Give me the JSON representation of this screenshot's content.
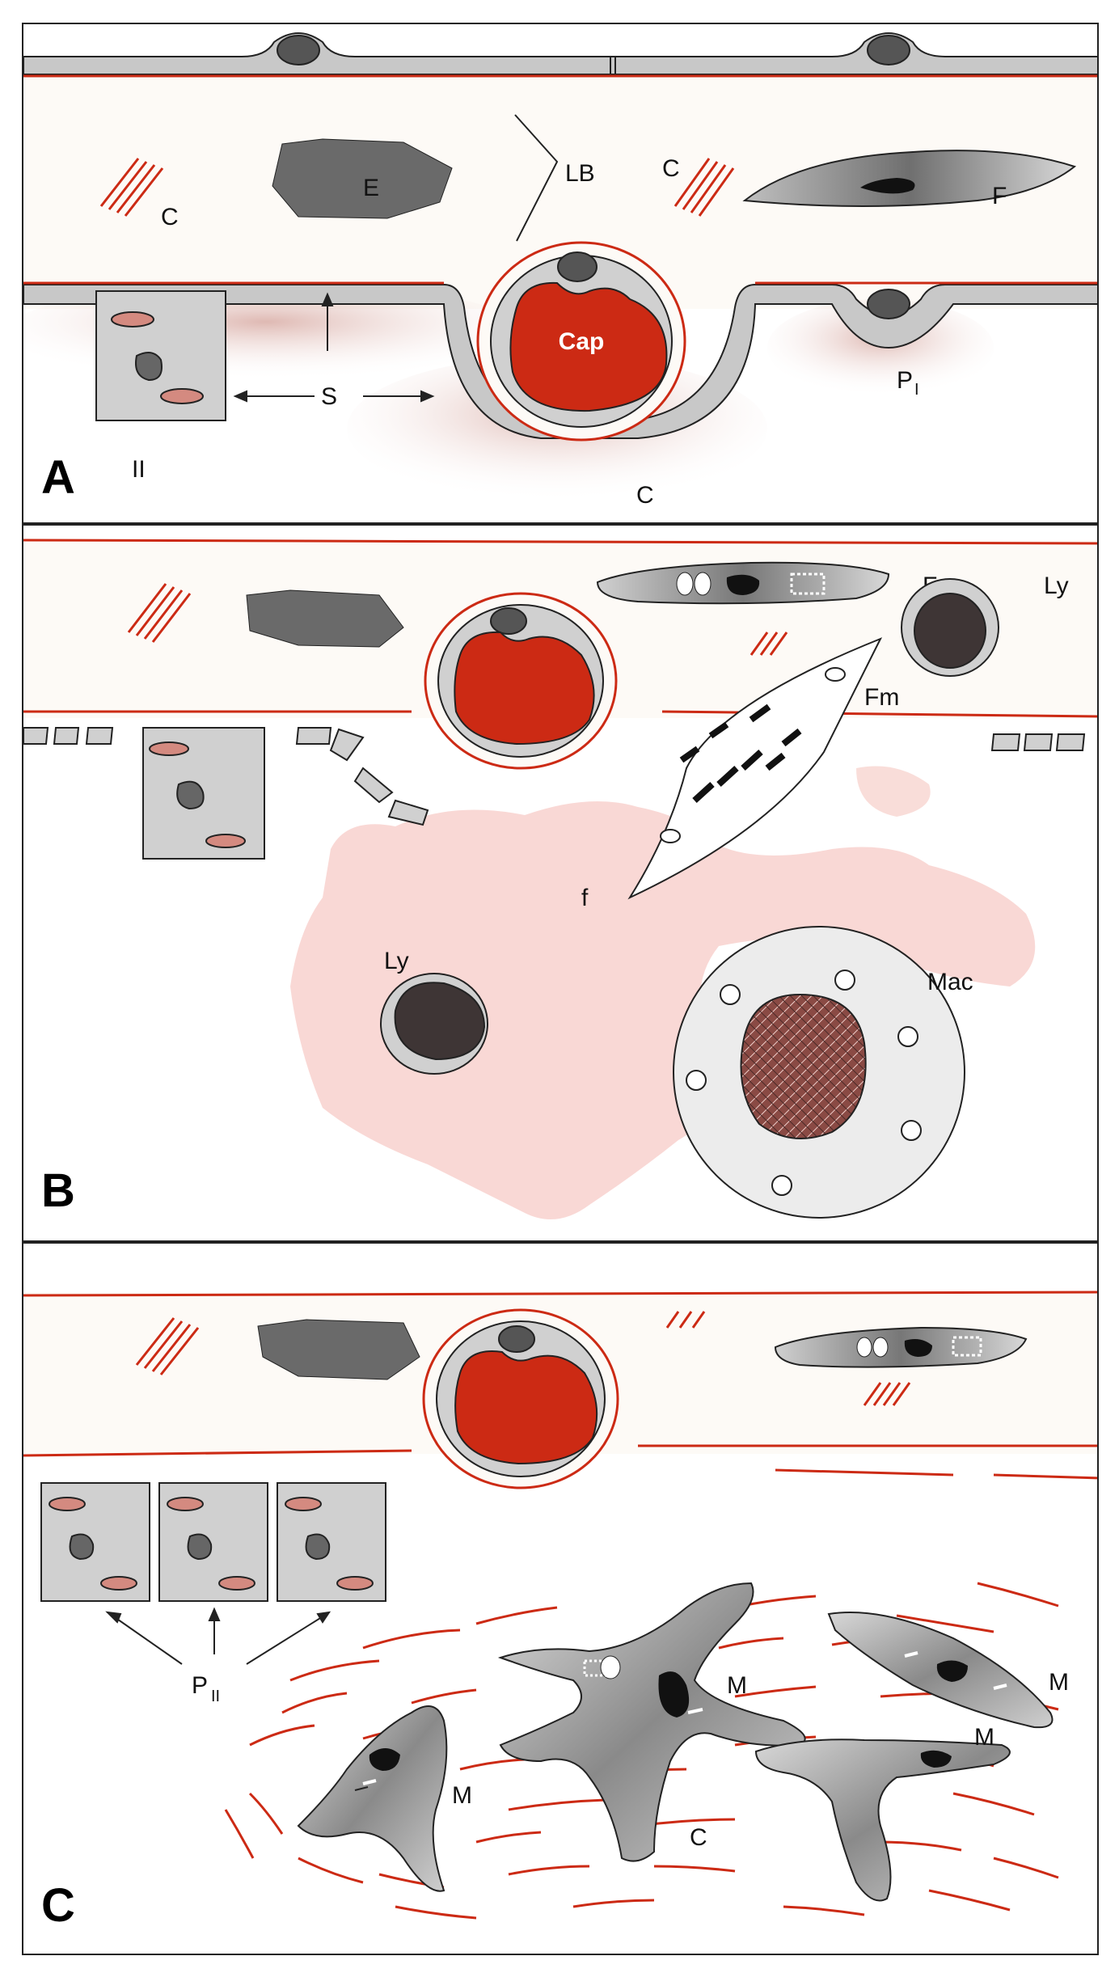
{
  "panels": [
    {
      "letter": "A"
    },
    {
      "letter": "B"
    },
    {
      "letter": "C"
    }
  ],
  "panel_a": {
    "collagen_left": "C",
    "collagen_right": "C",
    "collagen_bottom": "C",
    "elastin": "E",
    "basal_lamina": "LB",
    "fibroblast": "F",
    "capillary": "Cap",
    "space": "S",
    "pneumocyte_one": "P",
    "pneumocyte_one_sub": "I",
    "pneumocyte_two_fragment": "II"
  },
  "panel_b": {
    "fibroblast": "F",
    "lymphocyte_top": "Ly",
    "myofibroblast": "Fm",
    "fibrin": "f",
    "lymphocyte": "Ly",
    "macrophage": "Mac"
  },
  "panel_c": {
    "pneumocyte_two": "P",
    "pneumocyte_two_sub": "II",
    "myofibroblast_1": "M",
    "myofibroblast_2": "M",
    "myofibroblast_3": "M",
    "myofibroblast_4": "M",
    "collagen": "C"
  },
  "colors": {
    "red": "#cc2a14",
    "cell_gray": "#c8c8c8",
    "nucleus_dark": "#555555",
    "fibrin_pink": "#f8d4d0",
    "outline": "#222222"
  }
}
